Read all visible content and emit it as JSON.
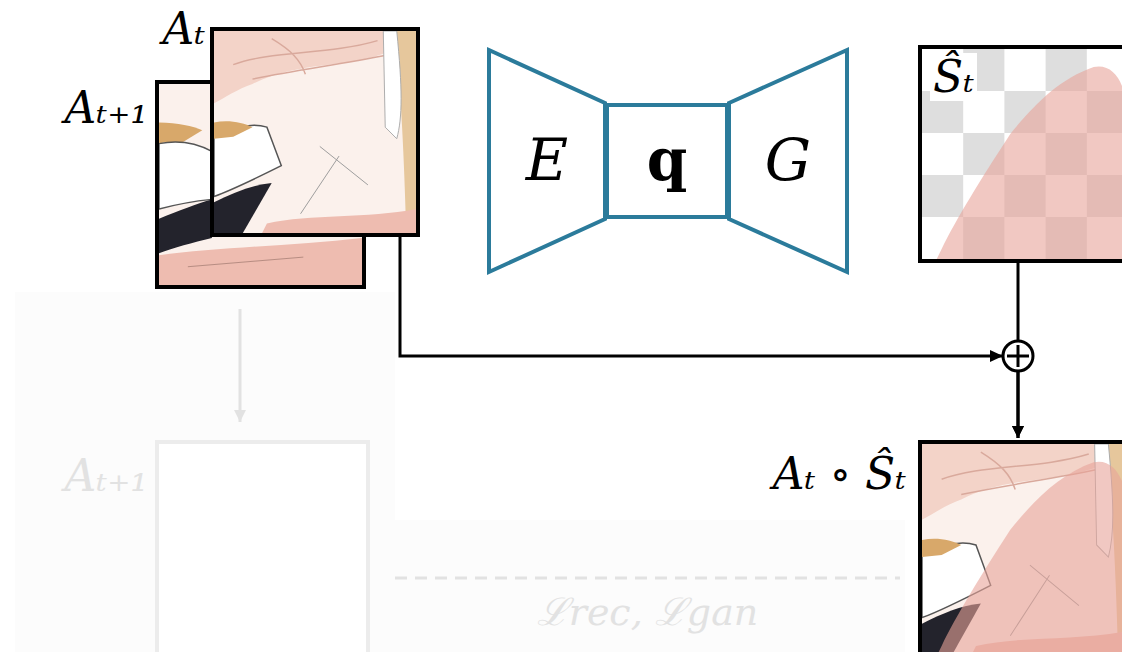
{
  "diagram": {
    "nodes": [
      {
        "text": [
          "Aₜ"
        ]
      },
      {
        "text": [
          "Aₜ₊₁"
        ]
      },
      {
        "text": [
          "E"
        ]
      },
      {
        "text": [
          "q"
        ]
      },
      {
        "text": [
          "G"
        ]
      },
      {
        "text": [
          "Ŝₜ"
        ]
      },
      {
        "text": [
          "Aₜ₊₁"
        ]
      },
      {
        "text": [
          "Aₜ ∘ Ŝₜ"
        ]
      }
    ],
    "edges": [
      {
        "from": 1,
        "to": 6,
        "arrow": "to"
      },
      {
        "from": 0,
        "to": 7,
        "arrow": "to"
      },
      {
        "from": 5,
        "to": 7,
        "arrow": "to"
      },
      {
        "from": 6,
        "to": 7,
        "arrow": "none",
        "label": "ℒrec, ℒgan"
      }
    ]
  }
}
